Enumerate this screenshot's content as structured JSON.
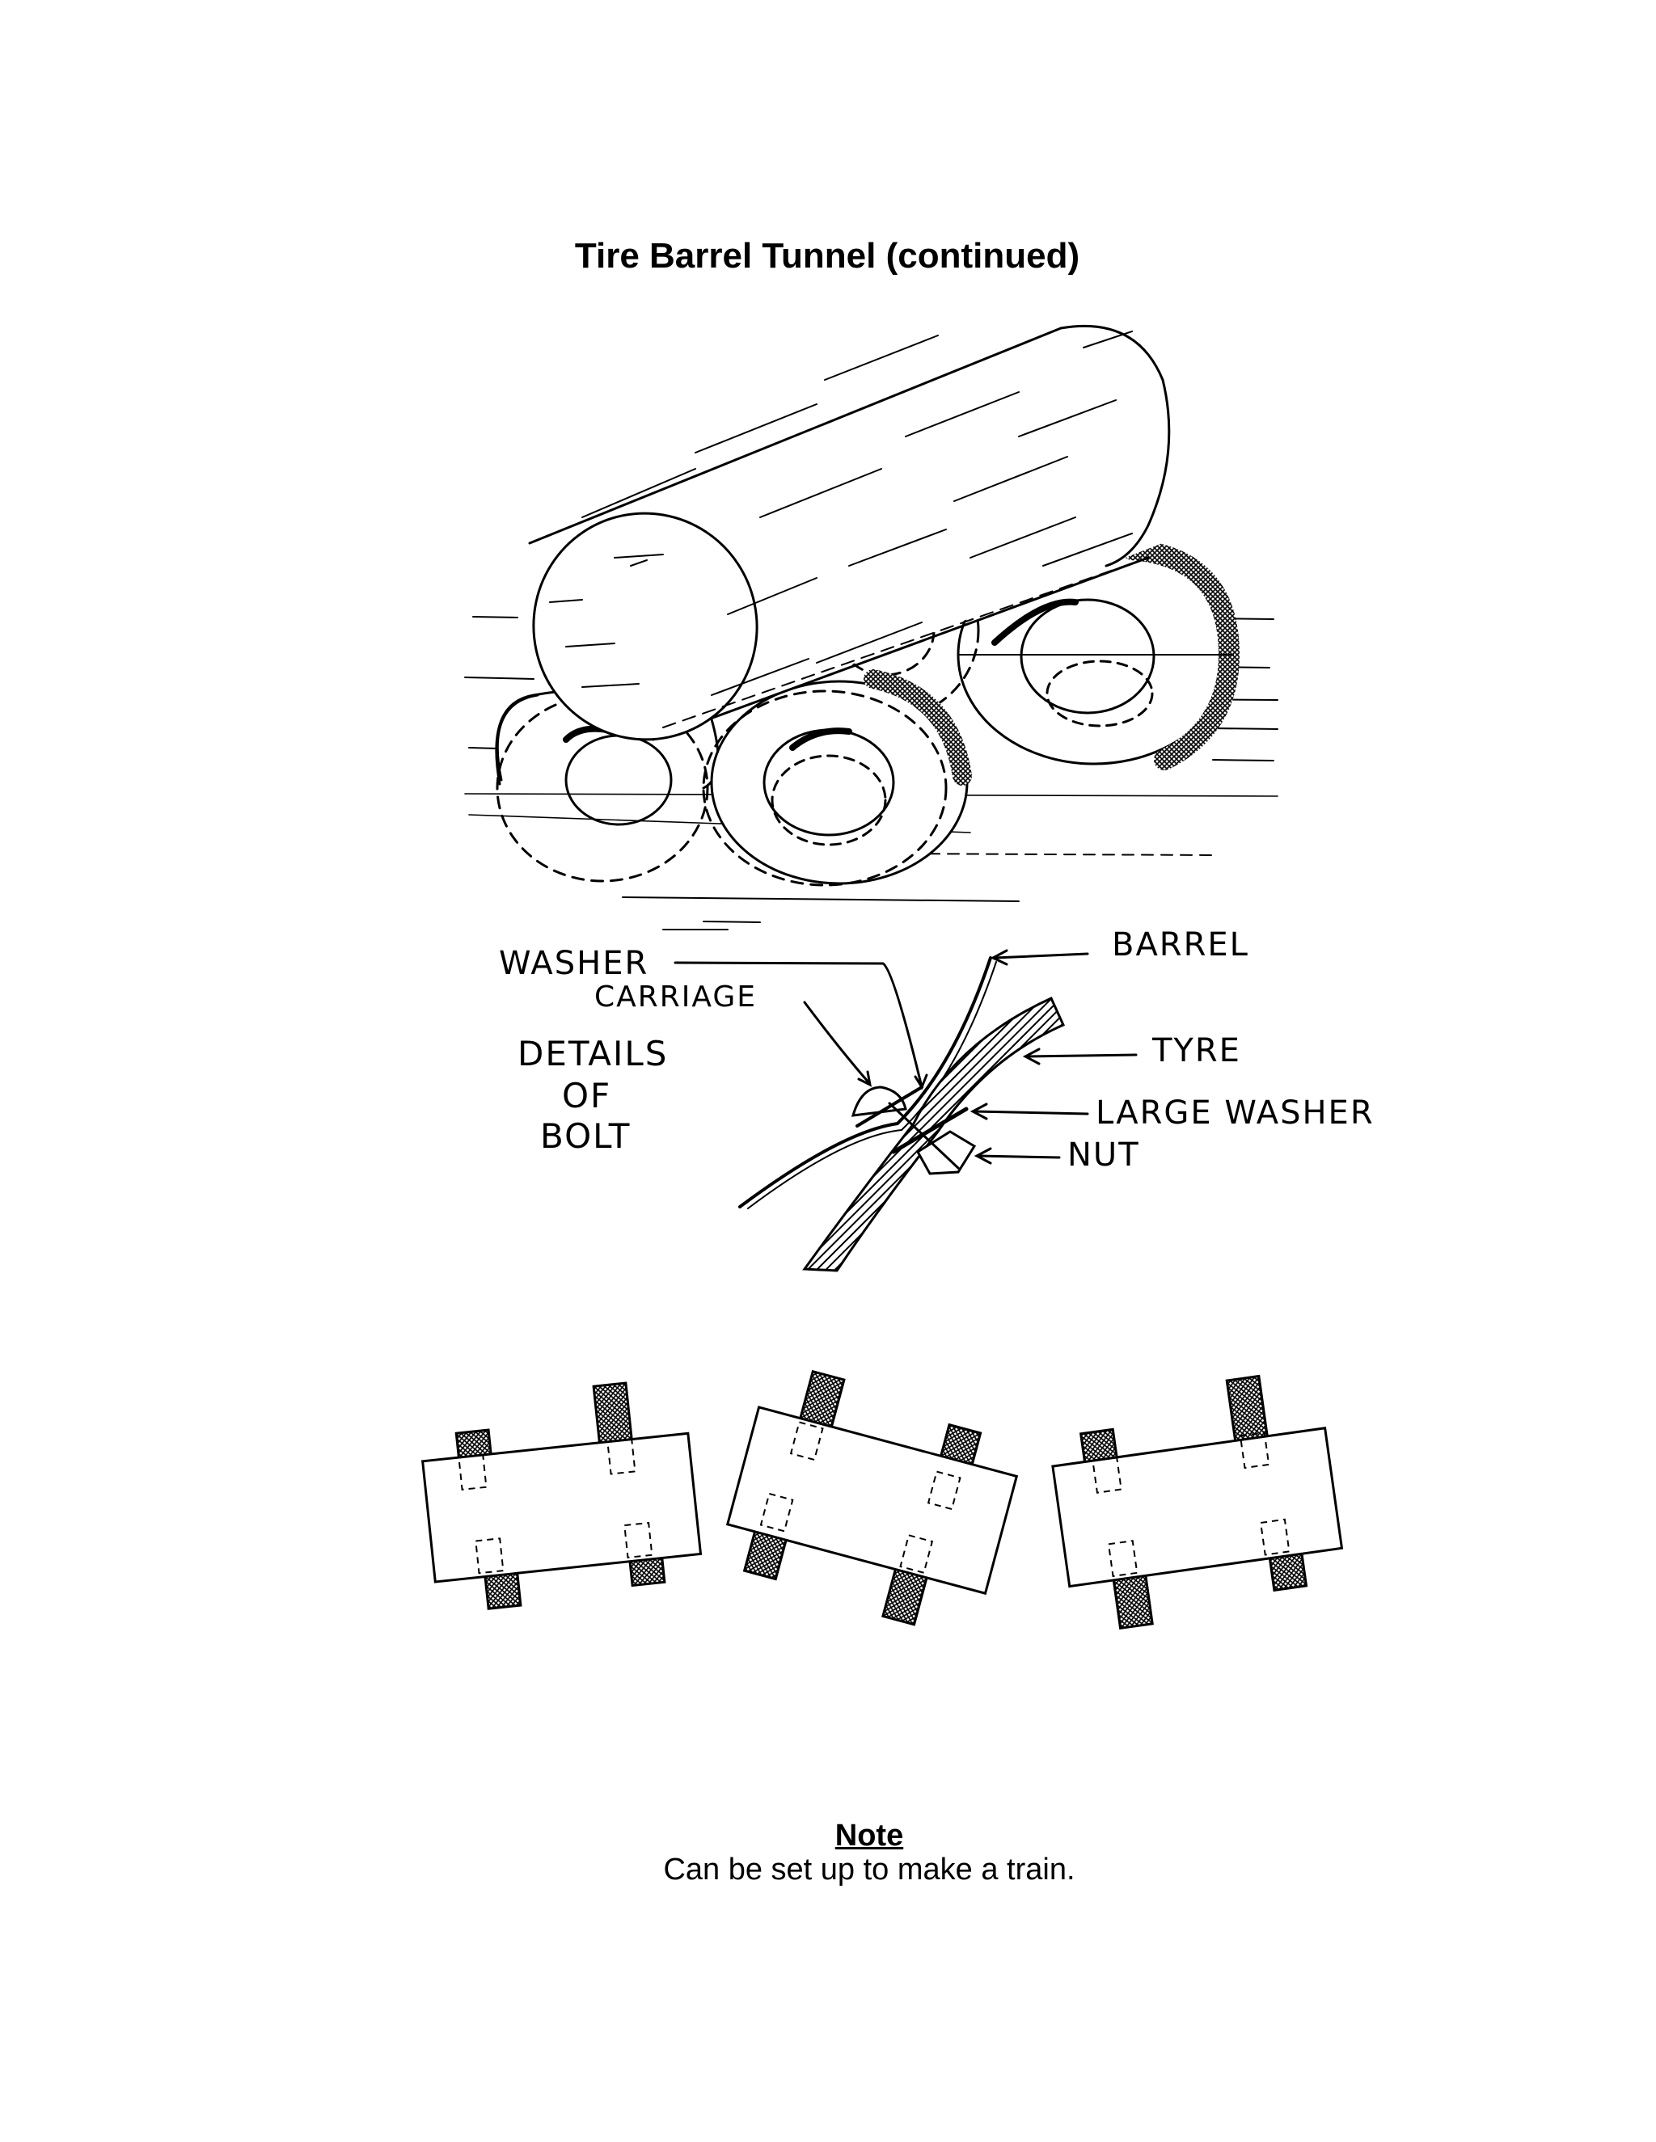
{
  "page": {
    "title": "Tire Barrel Tunnel (continued)"
  },
  "bolt_detail": {
    "heading_line1": "DETAILS",
    "heading_line2": "OF",
    "heading_line3": "BOLT",
    "labels": {
      "washer": "WASHER",
      "carriage": "CARRIAGE",
      "barrel": "BARREL",
      "tyre": "TYRE",
      "large_washer": "LARGE WASHER",
      "nut": "NUT"
    }
  },
  "note": {
    "heading": "Note",
    "text": "Can be set up to make a train."
  }
}
